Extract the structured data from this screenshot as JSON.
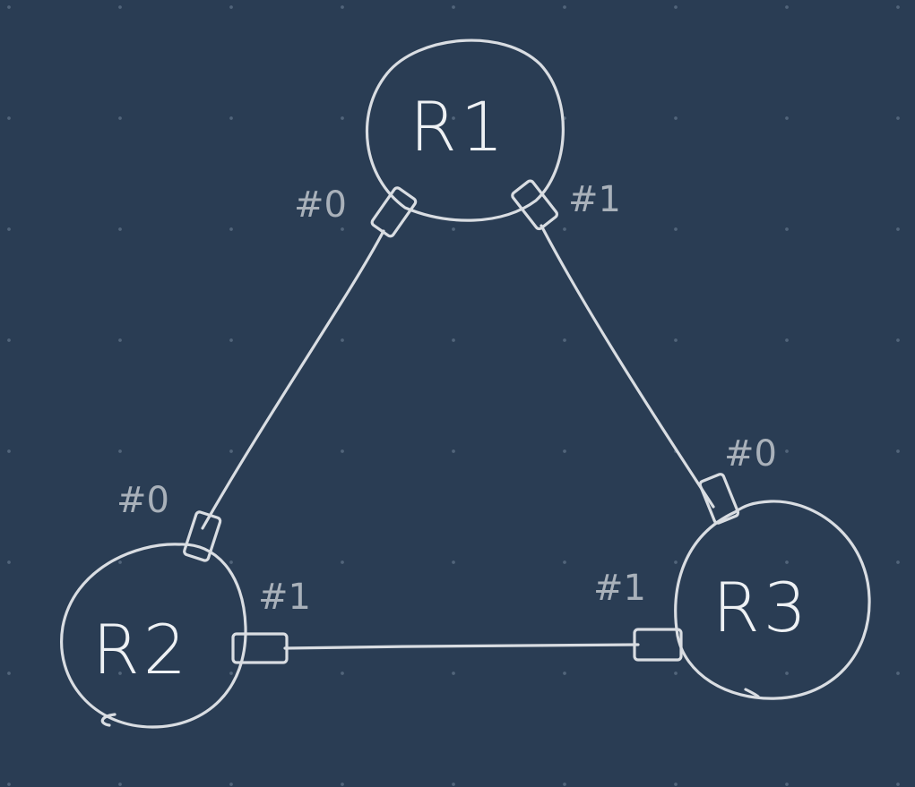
{
  "routers": [
    {
      "id": "r1",
      "label": "R1",
      "ports": [
        {
          "label": "#0"
        },
        {
          "label": "#1"
        }
      ]
    },
    {
      "id": "r2",
      "label": "R2",
      "ports": [
        {
          "label": "#0"
        },
        {
          "label": "#1"
        }
      ]
    },
    {
      "id": "r3",
      "label": "R3",
      "ports": [
        {
          "label": "#0"
        },
        {
          "label": "#1"
        }
      ]
    }
  ],
  "links": [
    {
      "from": "R1 #0",
      "to": "R2 #0"
    },
    {
      "from": "R1 #1",
      "to": "R3 #0"
    },
    {
      "from": "R2 #1",
      "to": "R3 #1"
    }
  ],
  "colors": {
    "background": "#2a3d54",
    "grid_dot": "#51647a",
    "stroke": "#d9dde2",
    "port_label": "#a9b1ba"
  }
}
